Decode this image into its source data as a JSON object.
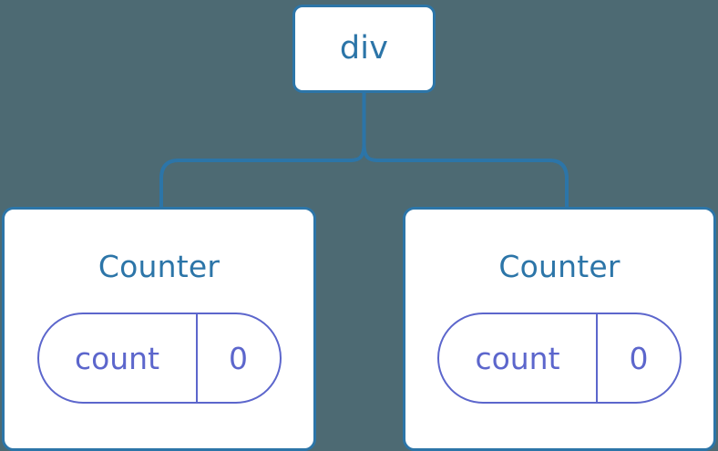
{
  "diagram": {
    "type": "component-tree",
    "background_color": "#4d6a73",
    "node_border_color": "#2c75a8",
    "node_fill_color": "#ffffff",
    "node_text_color": "#2c75a8",
    "pill_color": "#5c66cc",
    "connector_color": "#2c75a8",
    "root": {
      "label": "div"
    },
    "children": [
      {
        "label": "Counter",
        "state": {
          "key": "count",
          "value": "0"
        }
      },
      {
        "label": "Counter",
        "state": {
          "key": "count",
          "value": "0"
        }
      }
    ]
  }
}
